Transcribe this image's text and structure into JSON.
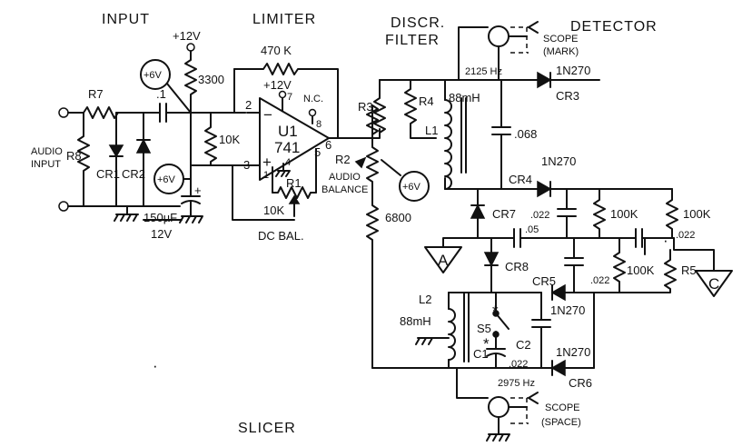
{
  "sections": {
    "input": "INPUT",
    "limiter": "LIMITER",
    "discr_filter_1": "DISCR.",
    "discr_filter_2": "FILTER",
    "detector": "DETECTOR",
    "slicer": "SLICER"
  },
  "labels": {
    "r7": "R7",
    "r8": "R8",
    "audio_input_1": "AUDIO",
    "audio_input_2": "INPUT",
    "cr1": "CR1",
    "cr2": "CR2",
    "cap_in": ".1",
    "plus6v_1": "+6V",
    "plus6v_2": "+6V",
    "plus6v_3": "+6V",
    "plus12v_a": "+12V",
    "r3300": "3300",
    "r470k": "470 K",
    "plus12v_b": "+12V",
    "pin7": "7",
    "nc": "N.C.",
    "pin8": "8",
    "u1": "U1",
    "u741": "741",
    "pin2": "2",
    "pin3": "3",
    "pin6": "6",
    "pin5": "5",
    "pin4": "4",
    "pin1": "1",
    "minus": "−",
    "plus": "+",
    "r10k_in": "10K",
    "r1": "R1",
    "r10k_r1": "10K",
    "dc_bal": "DC BAL.",
    "cap150": "150µF",
    "cap12v": "12V",
    "cap_plus": "+",
    "r2": "R2",
    "audio_balance_1": "AUDIO",
    "audio_balance_2": "BALANCE",
    "r3": "R3",
    "r4": "R4",
    "l1": "L1",
    "l1_val": "88mH",
    "r6800": "6800",
    "scope_mark_1": "SCOPE",
    "scope_mark_2": "(MARK)",
    "f2125": "2125 Hz",
    "d1n270_a": "1N270",
    "cr3": "CR3",
    "c068": ".068",
    "cr4": "CR4",
    "d1n270_b": "1N270",
    "cr7": "CR7",
    "c022_a": ".022",
    "r100k_a": "100K",
    "r100k_b": "100K",
    "c05": ".05",
    "c022_b": ".022",
    "tp_a": "A",
    "cr8": "CR8",
    "c022_c": ".022",
    "r100k_c": "100K",
    "r5": "R5",
    "tp_c": "C",
    "cr5": "CR5",
    "d1n270_c": "1N270",
    "l2": "L2",
    "l2_val": "88mH",
    "s5": "S5",
    "c2": "C2",
    "c1": "C1",
    "c022_d": ".022",
    "f2975": "2975 Hz",
    "d1n270_d": "1N270",
    "cr6": "CR6",
    "scope_space_1": "SCOPE",
    "scope_space_2": "(SPACE)",
    "ast1": "*",
    "ast2": "*",
    "dot1": "·",
    "dot2": "·"
  }
}
